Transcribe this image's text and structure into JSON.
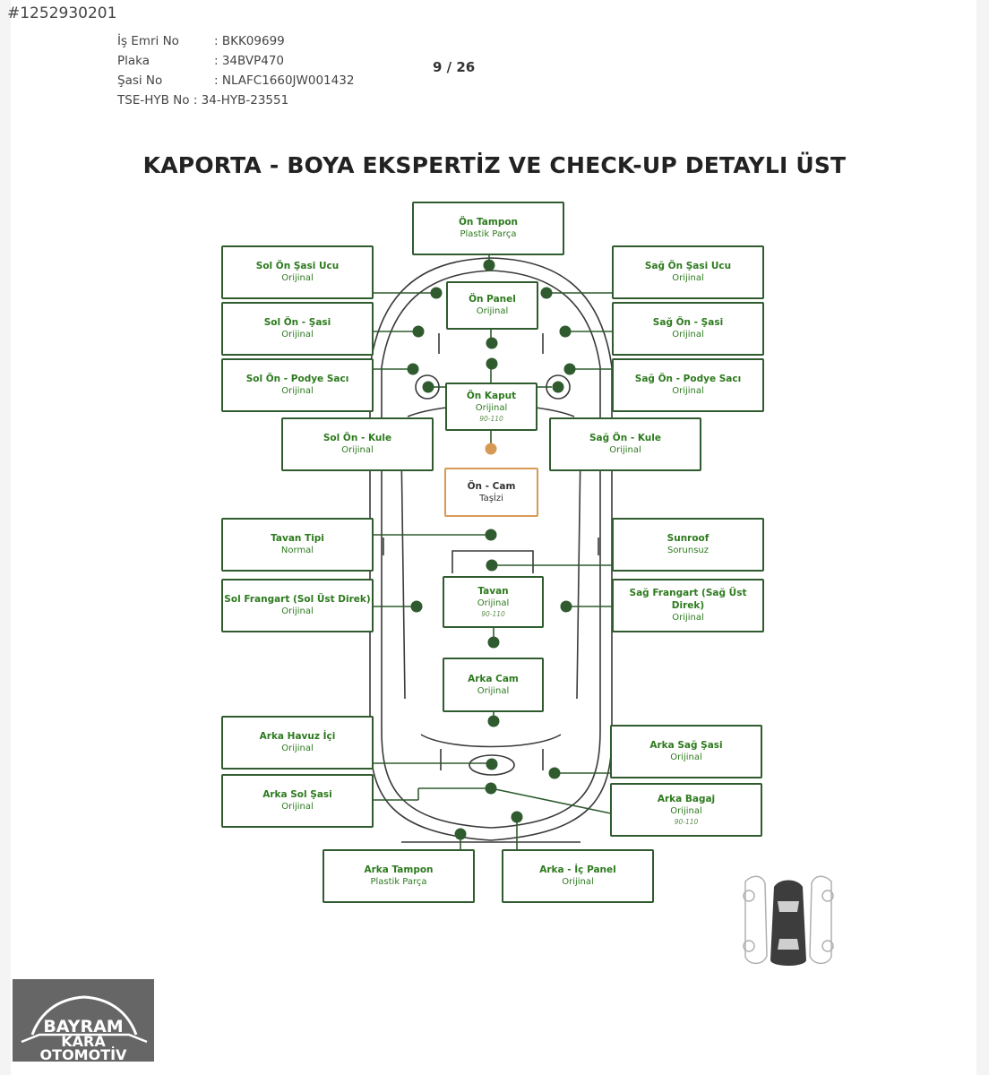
{
  "listing_id": "#1252930201",
  "header": {
    "rows": [
      {
        "label": "İş Emri No",
        "value": ": BKK09699"
      },
      {
        "label": "Plaka",
        "value": ": 34BVP470"
      },
      {
        "label": "Şasi No",
        "value": ": NLAFC1660JW001432"
      },
      {
        "label": "TSE-HYB No",
        "value": ": 34-HYB-23551"
      }
    ],
    "page": "9 / 26"
  },
  "title": "KAPORTA - BOYA EKSPERTİZ VE CHECK-UP DETAYLI ÜST",
  "parts": [
    {
      "name": "Ön Tampon",
      "status": "Plastik Parça"
    },
    {
      "name": "Sol Ön Şasi Ucu",
      "status": "Orijinal"
    },
    {
      "name": "Sağ Ön Şasi Ucu",
      "status": "Orijinal"
    },
    {
      "name": "Ön Panel",
      "status": "Orijinal"
    },
    {
      "name": "Sol Ön - Şasi",
      "status": "Orijinal"
    },
    {
      "name": "Sağ Ön - Şasi",
      "status": "Orijinal"
    },
    {
      "name": "Sol Ön - Podye Sacı",
      "status": "Orijinal"
    },
    {
      "name": "Sağ Ön - Podye Sacı",
      "status": "Orijinal"
    },
    {
      "name": "Ön Kaput",
      "status": "Orijinal",
      "measure": "90-110"
    },
    {
      "name": "Sol Ön - Kule",
      "status": "Orijinal"
    },
    {
      "name": "Sağ Ön - Kule",
      "status": "Orijinal"
    },
    {
      "name": "Ön - Cam",
      "status": "Taşİzi"
    },
    {
      "name": "Tavan Tipi",
      "status": "Normal"
    },
    {
      "name": "Sunroof",
      "status": "Sorunsuz"
    },
    {
      "name": "Sol Frangart (Sol Üst Direk)",
      "status": "Orijinal"
    },
    {
      "name": "Tavan",
      "status": "Orijinal",
      "measure": "90-110"
    },
    {
      "name": "Sağ Frangart (Sağ Üst Direk)",
      "status": "Orijinal"
    },
    {
      "name": "Arka Cam",
      "status": "Orijinal"
    },
    {
      "name": "Arka Havuz İçi",
      "status": "Orijinal"
    },
    {
      "name": "Arka Sağ Şasi",
      "status": "Orijinal"
    },
    {
      "name": "Arka Sol Şasi",
      "status": "Orijinal"
    },
    {
      "name": "Arka Bagaj",
      "status": "Orijinal",
      "measure": "90-110"
    },
    {
      "name": "Arka Tampon",
      "status": "Plastik Parça"
    },
    {
      "name": "Arka - İç Panel",
      "status": "Orijinal"
    }
  ],
  "colors": {
    "ok": "#2d7a1e",
    "border": "#2f5b2f",
    "warning": "#d79a55"
  },
  "logo": {
    "line1": "BAYRAM",
    "line2": "KARA",
    "line3": "OTOMOTİV"
  }
}
